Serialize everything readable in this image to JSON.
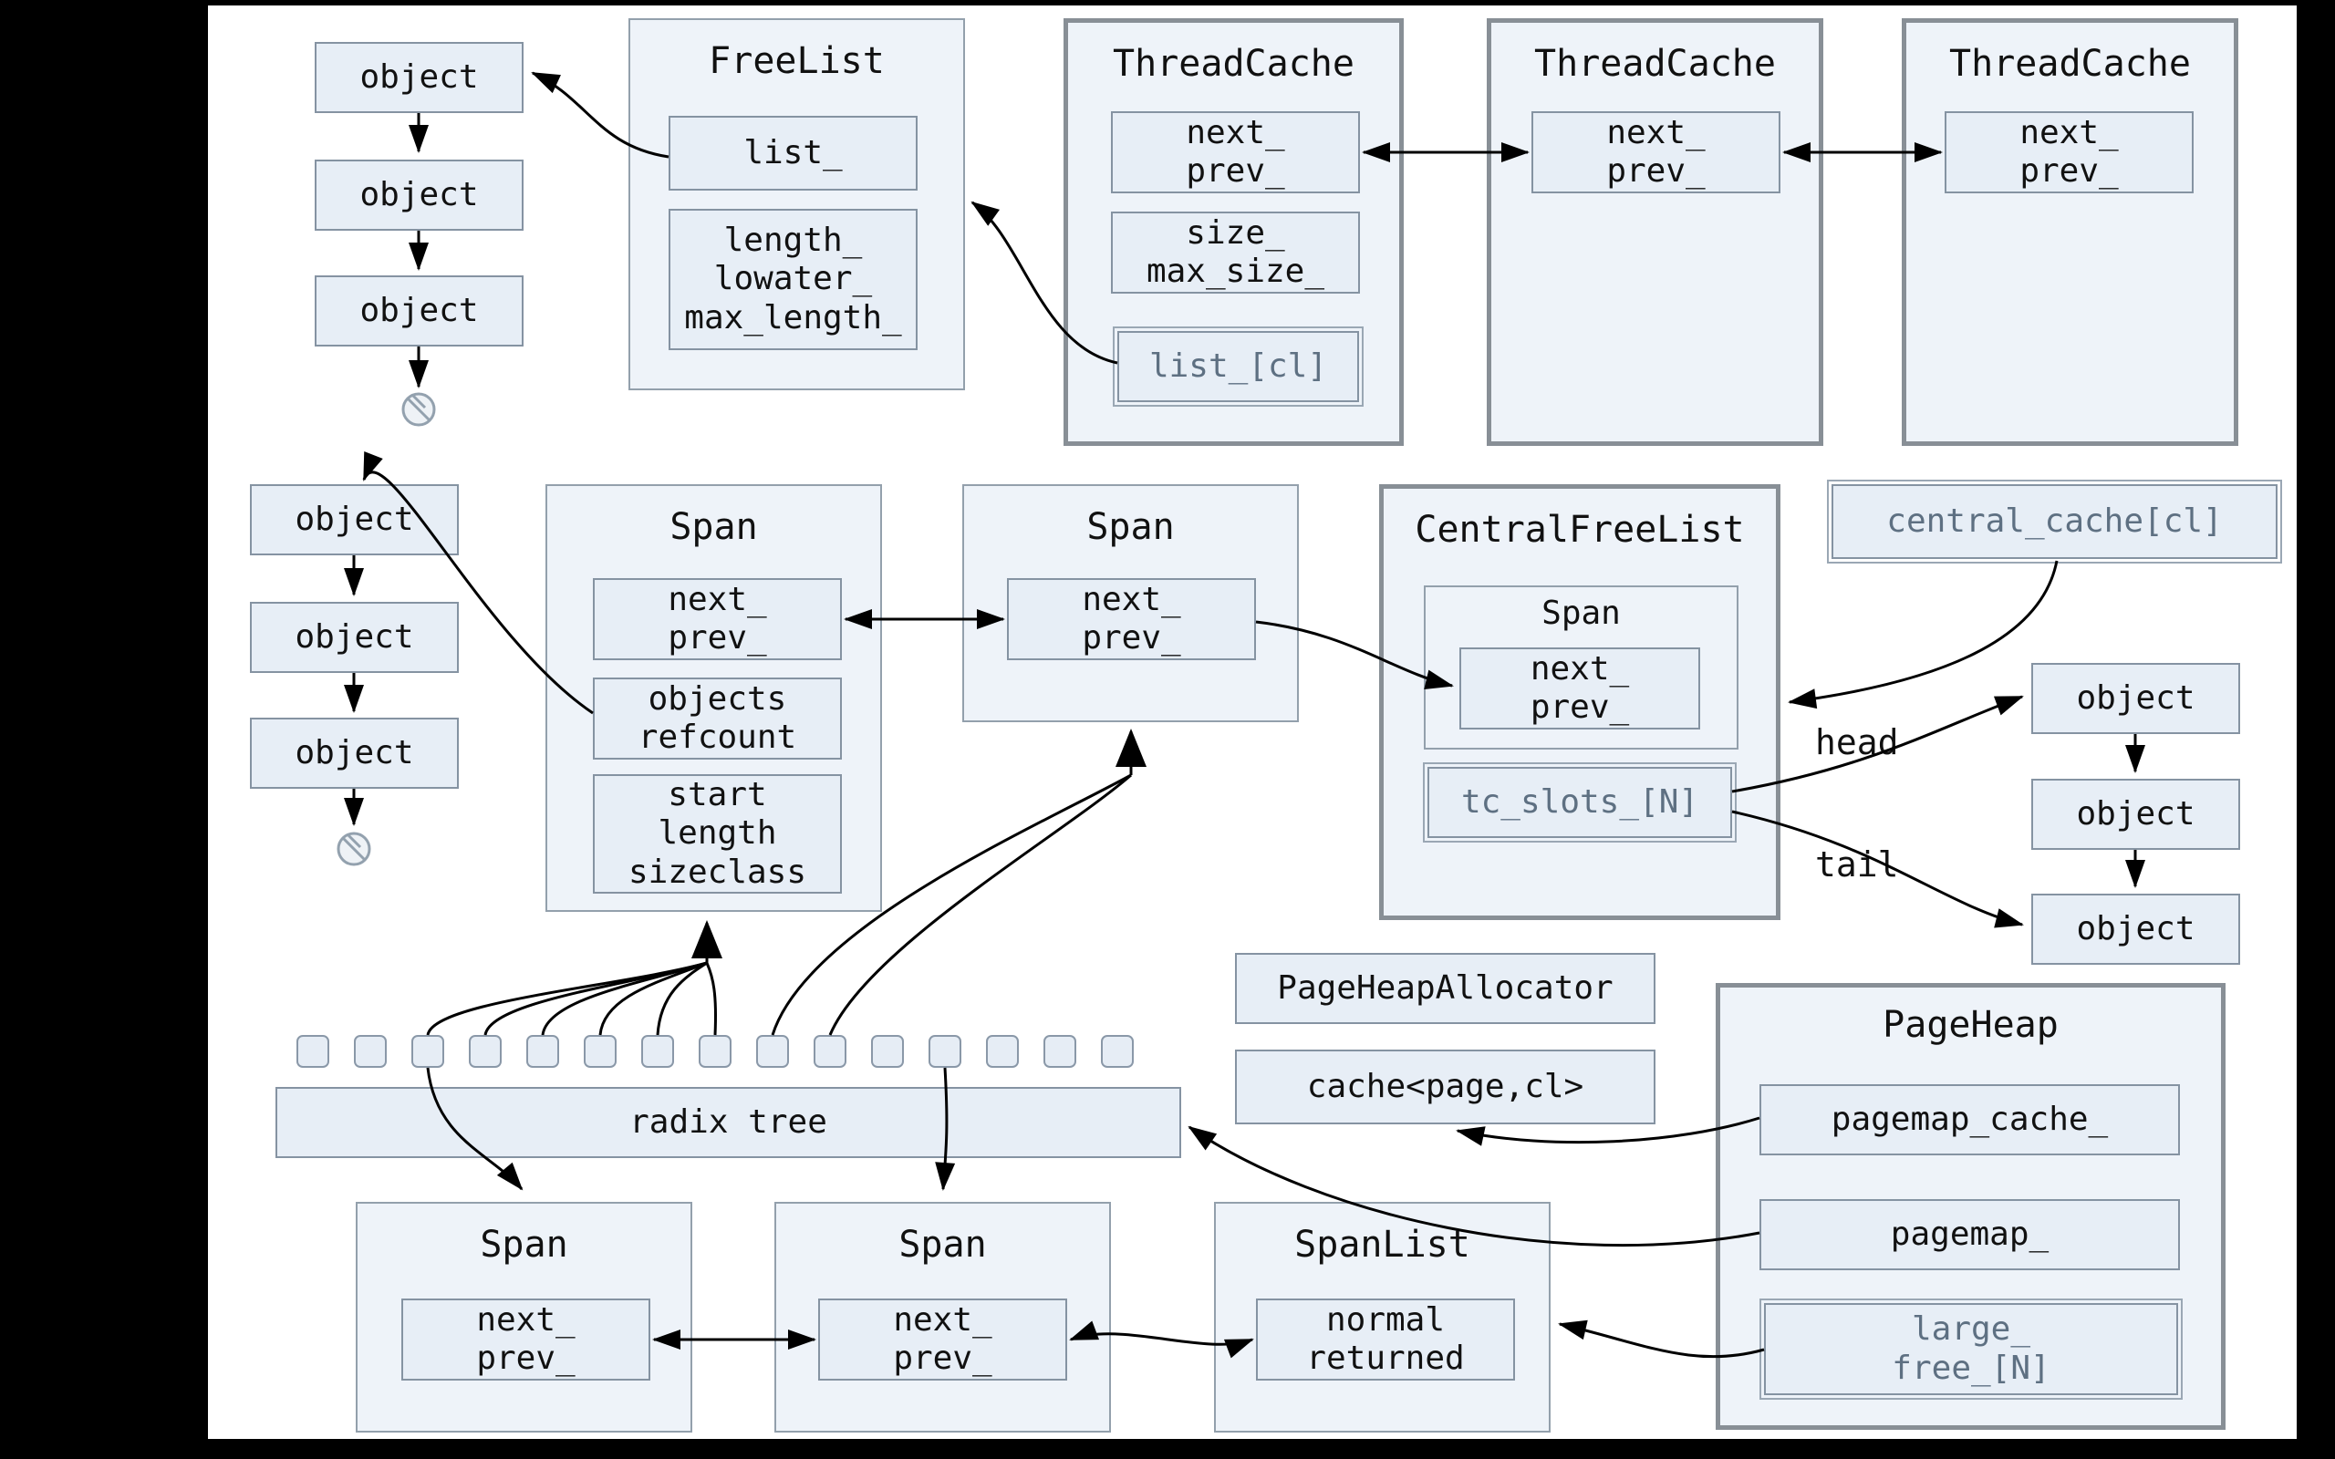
{
  "labels": {
    "object": "object",
    "head": "head",
    "tail": "tail"
  },
  "freelist": {
    "title": "FreeList",
    "list_field": "list_",
    "stats_field": "length_\nlowater_\nmax_length_"
  },
  "threadcache_1": {
    "title": "ThreadCache",
    "next_prev": "next_\nprev_",
    "size_field": "size_\nmax_size_",
    "list_cl": "list_[cl]"
  },
  "threadcache_2": {
    "title": "ThreadCache",
    "next_prev": "next_\nprev_"
  },
  "threadcache_3": {
    "title": "ThreadCache",
    "next_prev": "next_\nprev_"
  },
  "span_mid_left": {
    "title": "Span",
    "next_prev": "next_\nprev_",
    "objects_field": "objects\nrefcount",
    "start_field": "start\nlength\nsizeclass"
  },
  "span_mid_right": {
    "title": "Span",
    "next_prev": "next_\nprev_"
  },
  "central_free_list": {
    "title": "CentralFreeList",
    "span_title": "Span",
    "next_prev": "next_\nprev_",
    "tc_slots": "tc_slots_[N]"
  },
  "central_cache": {
    "label": "central_cache[cl]"
  },
  "page_heap_allocator": {
    "label": "PageHeapAllocator"
  },
  "cache_page_cl": {
    "label": "cache<page,cl>"
  },
  "pageheap": {
    "title": "PageHeap",
    "pagemap_cache": "pagemap_cache_",
    "pagemap": "pagemap_",
    "large_free": "large_\nfree_[N]"
  },
  "radix": {
    "label": "radix tree",
    "cell_count": 15
  },
  "span_bottom_left": {
    "title": "Span",
    "next_prev": "next_\nprev_"
  },
  "span_bottom_mid": {
    "title": "Span",
    "next_prev": "next_\nprev_"
  },
  "spanlist": {
    "title": "SpanList",
    "normal_returned": "normal\nreturned"
  },
  "colors": {
    "canvas": "#ffffff",
    "box_fill": "#e7eef6",
    "group_fill": "#eef3f9",
    "border": "#8593a2",
    "array_text": "#5e7082",
    "arrow": "#000000"
  }
}
